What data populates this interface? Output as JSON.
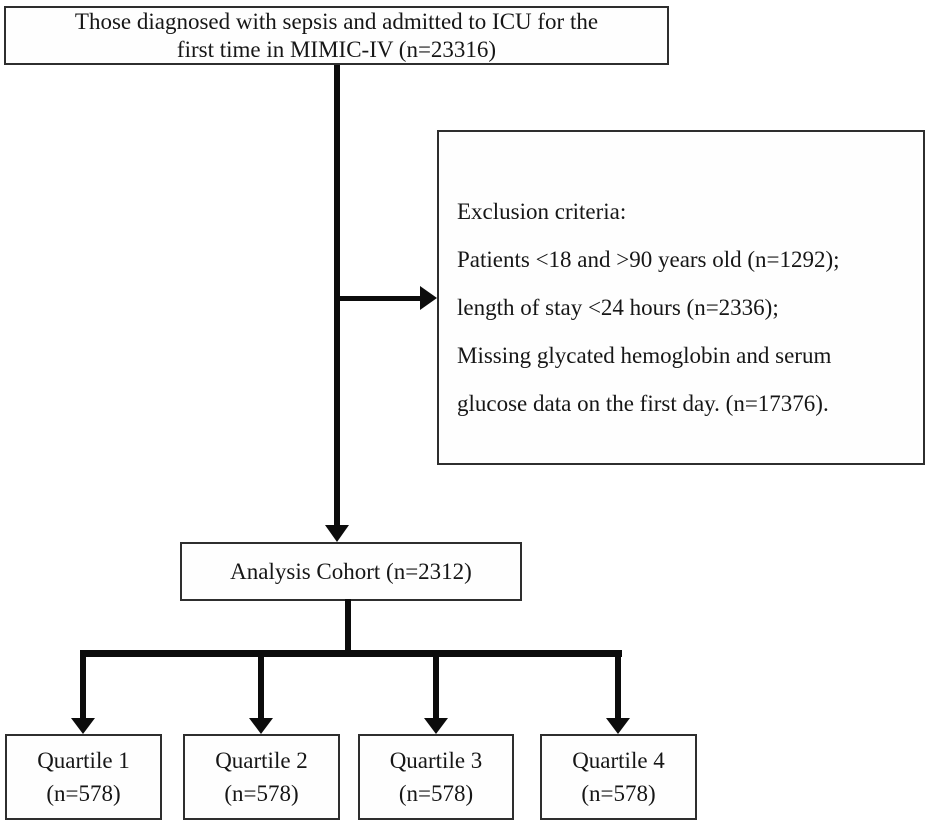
{
  "flowchart": {
    "top_box": {
      "line1": "Those diagnosed with sepsis and admitted to ICU for the",
      "line2": "first time in MIMIC-IV (n=23316)"
    },
    "exclusion_box": {
      "lines": [
        "Exclusion criteria:",
        "Patients <18 and >90 years old (n=1292);",
        "length of stay <24 hours (n=2336);",
        "Missing glycated hemoglobin and serum",
        "glucose data on the first day. (n=17376)."
      ]
    },
    "cohort_box": {
      "text": "Analysis Cohort (n=2312)"
    },
    "quartile_boxes": [
      {
        "label": "Quartile 1",
        "count": "(n=578)"
      },
      {
        "label": "Quartile 2",
        "count": "(n=578)"
      },
      {
        "label": "Quartile 3",
        "count": "(n=578)"
      },
      {
        "label": "Quartile 4",
        "count": "(n=578)"
      }
    ],
    "colors": {
      "box_border": "#2e2e2e",
      "arrow": "#0c0c0c",
      "background": "#ffffff",
      "text": "#161616"
    }
  }
}
